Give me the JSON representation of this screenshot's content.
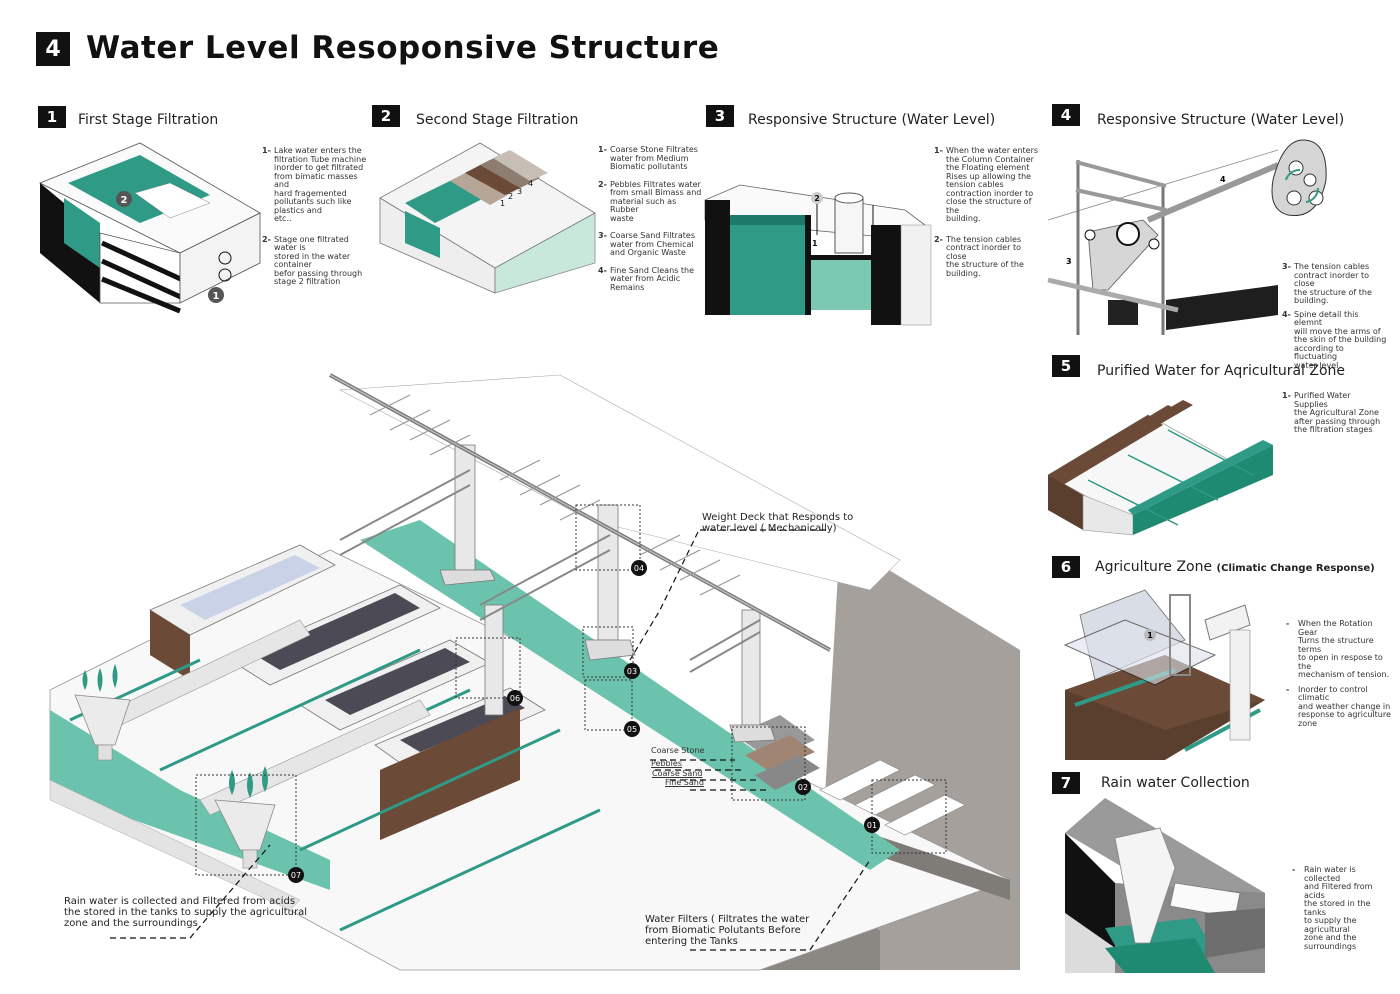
{
  "header": {
    "badge": "4",
    "title": "Water Level Resoponsive Structure"
  },
  "colors": {
    "water_teal": "#2f9a86",
    "water_light": "#6cc3ad",
    "soil_brown": "#6b4a37",
    "concrete_grey": "#a8a29e",
    "ink": "#111111"
  },
  "sections": [
    {
      "badge": "1",
      "title": "First Stage Filtration",
      "notes": [
        {
          "num": "1-",
          "text": "Lake water enters the\nfiltration Tube machine\ninorder to get filtrated\nfrom bimatic masses and\nhard fragemented\npollutants such like\nplastics and\netc.."
        },
        {
          "num": "2-",
          "text": "Stage one filtrated water is\nstored in the water container\nbefor passing through\nstage 2 filtration"
        }
      ],
      "diagram_labels": [
        "2",
        "1"
      ]
    },
    {
      "badge": "2",
      "title": "Second Stage Filtration",
      "notes": [
        {
          "num": "1-",
          "text": "Coarse Stone Filtrates\nwater from Medium\nBiomatic pollutants"
        },
        {
          "num": "2-",
          "text": "Pebbles Filtrates water\nfrom small Bimass and\nmaterial such as Rubber\nwaste"
        },
        {
          "num": "3-",
          "text": "Coarse Sand Filtrates\nwater from Chemical\nand Organic Waste"
        },
        {
          "num": "4-",
          "text": "Fine Sand Cleans the\nwater from Acidic\nRemains"
        }
      ],
      "diagram_labels": [
        "1",
        "2",
        "3",
        "4"
      ]
    },
    {
      "badge": "3",
      "title": "Responsive Structure (Water Level)",
      "notes": [
        {
          "num": "1-",
          "text": "When the water enters\nthe Column Container\nthe Floating element\nRises up allowing the\ntension cables\ncontraction inorder to\nclose the structure of the\nbuilding."
        },
        {
          "num": "2-",
          "text": "The tension cables\ncontract inorder to close\nthe structure of the\nbuilding."
        }
      ],
      "diagram_labels": [
        "2",
        "1"
      ]
    },
    {
      "badge": "4",
      "title": "Responsive Structure (Water Level)",
      "notes": [
        {
          "num": "3-",
          "text": "The tension cables\ncontract inorder to close\nthe structure of the\nbuilding."
        },
        {
          "num": "4-",
          "text": "Spine detail this elemnt\nwill move the arms of\nthe skin of the building\naccording to fluctuating\nwater level"
        }
      ],
      "diagram_labels": [
        "4",
        "3"
      ]
    },
    {
      "badge": "5",
      "title": "Purified Water for Aqricultural Zone",
      "notes": [
        {
          "num": "1-",
          "text": "Purified Water Supplies\nthe Agricultural Zone\nafter passing through\nthe filtration stages"
        }
      ]
    },
    {
      "badge": "6",
      "title": "Agriculture Zone",
      "subtitle": "(Climatic Change Response)",
      "notes": [
        {
          "num": "-",
          "text": "When the Rotation Gear\nTurns  the structure terms\nto open in respose to the\nmechanism of tension."
        },
        {
          "num": "-",
          "text": "Inorder to control climatic\nand weather change in\nresponse to agriculture\nzone"
        }
      ],
      "diagram_labels": [
        "1"
      ]
    },
    {
      "badge": "7",
      "title": "Rain water Collection",
      "notes": [
        {
          "num": "-",
          "text": "Rain water is collected\nand Filtered from\nacids\nthe stored in the tanks\nto supply the\nagricultural\nzone and the\nsurroundings"
        }
      ]
    }
  ],
  "main_diagram": {
    "markers": [
      "01",
      "02",
      "03",
      "04",
      "05",
      "06",
      "07"
    ],
    "callouts": {
      "weight_deck": "Weight Deck that Responds to\nwater level ( Mechanically)",
      "rain_water": "Rain water is collected and Filtered from acids\nthe stored in the tanks to supply the agricultural\nzone and the surroundings",
      "water_filters": "Water Filters ( Filtrates the water\nfrom Biomatic Polutants Before\nentering the Tanks"
    },
    "filter_layers": [
      "Coarse Stone",
      "Pebbles",
      "Coarse Sand",
      "Fine Sand"
    ]
  }
}
